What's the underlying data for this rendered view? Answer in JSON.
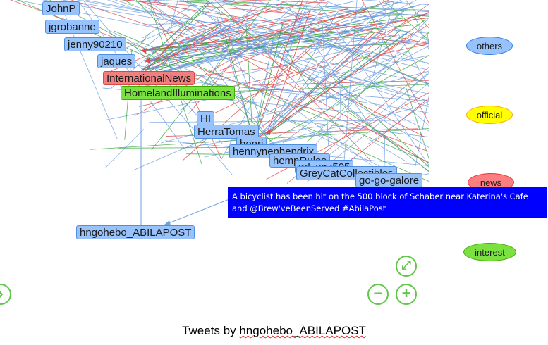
{
  "nodes": [
    {
      "id": "johnp",
      "label": "JohnP",
      "group": "others"
    },
    {
      "id": "jgrobanne",
      "label": "jgrobanne",
      "group": "others"
    },
    {
      "id": "jenny90210",
      "label": "jenny90210",
      "group": "others"
    },
    {
      "id": "jaques",
      "label": "jaques",
      "group": "others"
    },
    {
      "id": "internationalnews",
      "label": "InternationalNews",
      "group": "news"
    },
    {
      "id": "homelandilluminations",
      "label": "HomelandIlluminations",
      "group": "interest"
    },
    {
      "id": "hi",
      "label": "HI",
      "group": "others"
    },
    {
      "id": "herratomas",
      "label": "HerraTomas",
      "group": "others"
    },
    {
      "id": "henri",
      "label": "henri",
      "group": "others"
    },
    {
      "id": "hennynenhendrix",
      "label": "hennynenhendrix",
      "group": "others"
    },
    {
      "id": "hemprules",
      "label": "hempRules",
      "group": "others"
    },
    {
      "id": "grl-wrz505",
      "label": "grl_wrz505",
      "group": "others"
    },
    {
      "id": "greycatcollectibles",
      "label": "GreyCatCollectibles",
      "group": "others"
    },
    {
      "id": "gogalore",
      "label": "go-go-galore",
      "group": "others"
    },
    {
      "id": "hngohebo",
      "label": "hngohebo_ABILAPOST",
      "group": "others"
    }
  ],
  "legend": {
    "others": "others",
    "official": "official",
    "news": "news",
    "interest": "interest"
  },
  "tooltip": {
    "text": "A bicyclist has been hit on the 500 block of Schaber near Katerina's Cafe and @Brew'veBeenServed #AbilaPost"
  },
  "controls": {
    "fit": "⤢",
    "zoom_out": "−",
    "zoom_in": "+",
    "nav_right": "›"
  },
  "caption": {
    "prefix": "Tweets by ",
    "account": "hngohebo_ABILAPOST"
  },
  "colors": {
    "edge_blue": "#6f9fe0",
    "edge_red": "#e04848",
    "edge_green": "#3aa53a",
    "control_green": "#63c54a"
  }
}
